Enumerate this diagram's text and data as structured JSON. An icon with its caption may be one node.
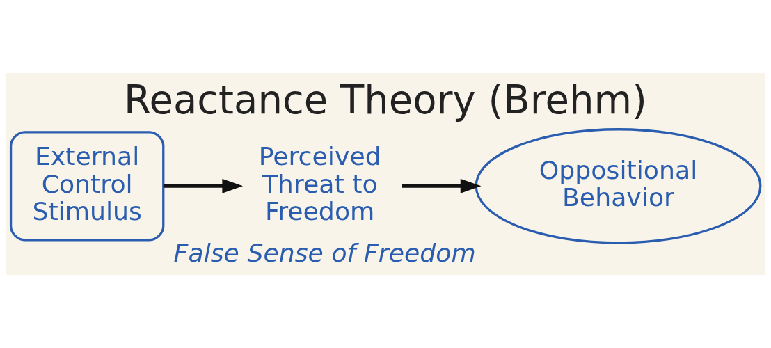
{
  "diagram": {
    "title": "Reactance Theory (Brehm)",
    "nodes": [
      {
        "text": [
          "External Control Stimulus"
        ]
      },
      {
        "text": [
          "Perceived Threat to Freedom"
        ]
      },
      {
        "text": [
          "Oppositional Behavior"
        ],
        "beside": [
          "False Sense of Freedom"
        ]
      }
    ],
    "edges": [
      {
        "from": 0,
        "to": 1,
        "arrow": "to"
      },
      {
        "from": 1,
        "to": 2,
        "arrow": "to"
      }
    ]
  }
}
